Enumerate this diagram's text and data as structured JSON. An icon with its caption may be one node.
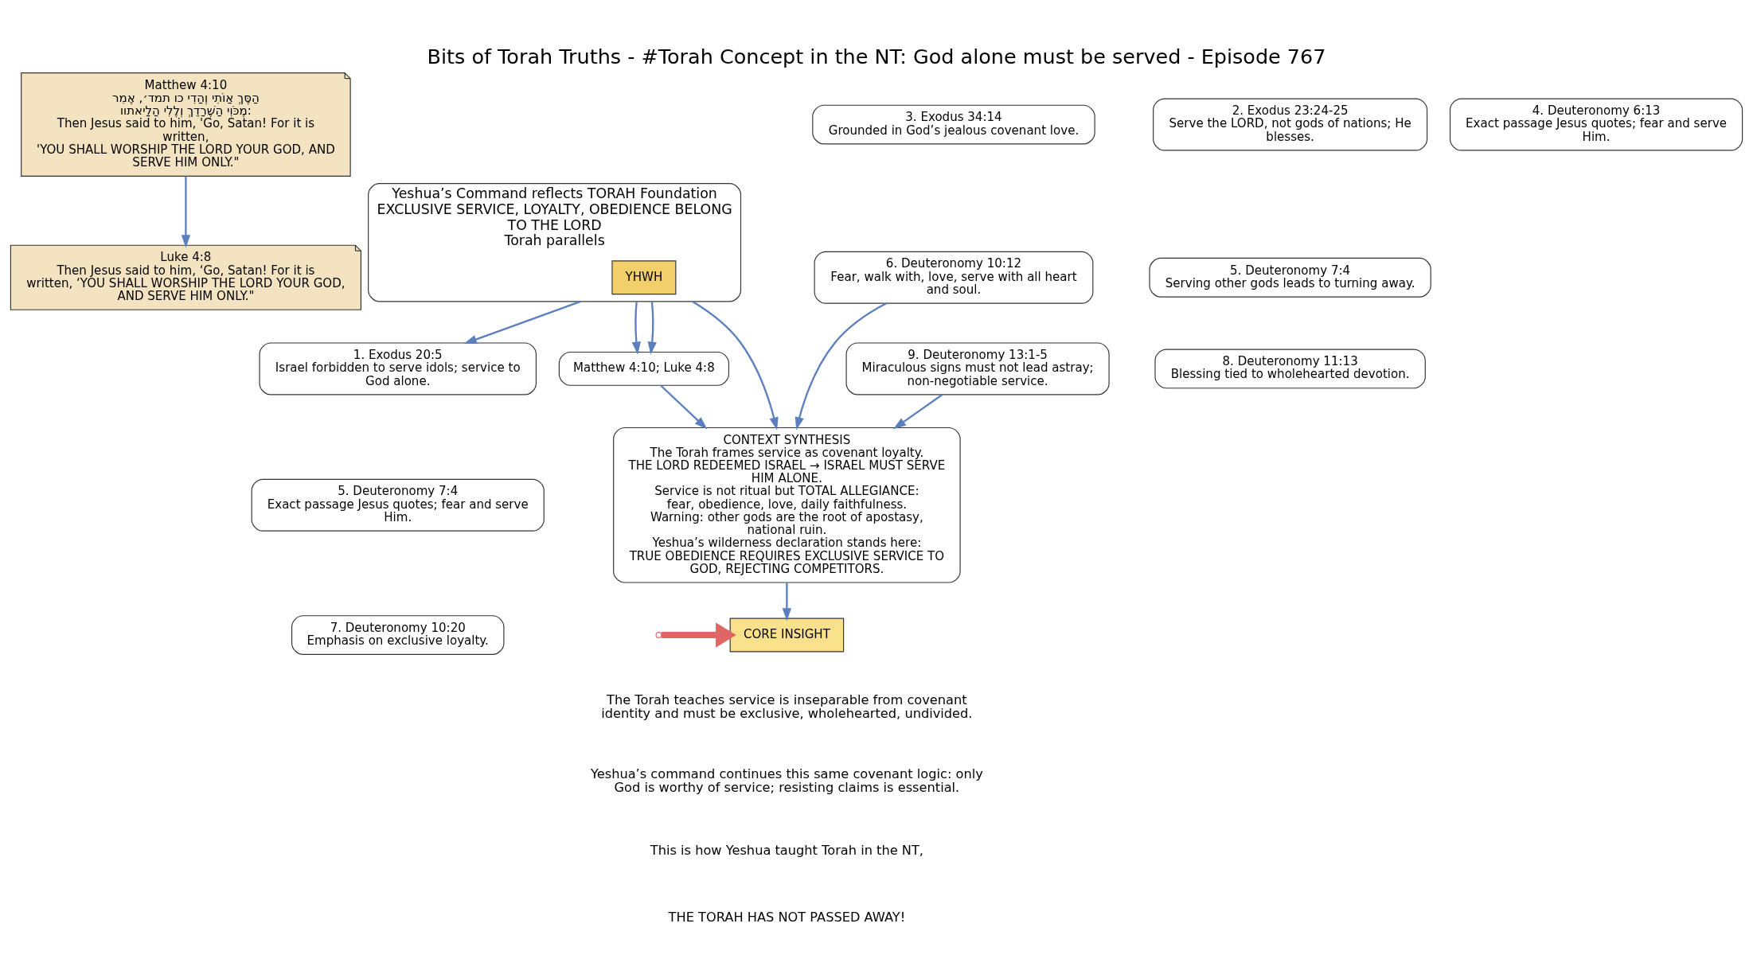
{
  "diagram": {
    "title": "Bits of Torah Truths - #Torah Concept in the NT: God alone must be served - Episode 767",
    "nodes": [
      {
        "text": [
          "Matthew 4:10",
          "הַסֶּךְ אַוֹתִי וְהַדִי כו תמד׳, אֶמִר מֶכֹּוִי הַשֶׁרַדֵךְ וְלֶלִי הַלַיאתוו:",
          "Then Jesus said to him, 'Go, Satan! For it is written,",
          "'YOU SHALL WORSHIP THE LORD YOUR GOD, AND SERVE HIM ONLY.\""
        ]
      },
      {
        "text": [
          "Luke 4:8",
          "Then Jesus said to him, ‘Go, Satan! For it is written, ‘YOU SHALL WORSHIP THE LORD YOUR GOD, AND SERVE HIM ONLY.\""
        ]
      },
      {
        "text": [
          "Yeshua’s Command reflects TORAH Foundation",
          "EXCLUSIVE SERVICE, LOYALTY, OBEDIENCE BELONG TO THE LORD",
          "Torah parallels"
        ]
      },
      {
        "text": [
          "YHWH"
        ],
        "in": 2
      },
      {
        "text": [
          "Matthew 4:10; Luke 4:8"
        ]
      },
      {
        "text": [
          "1. Exodus 20:5",
          "Israel forbidden to serve idols; service to God alone."
        ]
      },
      {
        "text": [
          "2. Exodus 23:24-25",
          "Serve the LORD, not gods of nations; He blesses."
        ]
      },
      {
        "text": [
          "3. Exodus 34:14",
          "Grounded in God’s jealous covenant love."
        ]
      },
      {
        "text": [
          "4. Deuteronomy 6:13",
          "Exact passage Jesus quotes; fear and serve Him."
        ]
      },
      {
        "text": [
          "5. Deuteronomy 7:4",
          "Exact passage Jesus quotes; fear and serve Him."
        ]
      },
      {
        "text": [
          "5. Deuteronomy 7:4",
          "Serving other gods leads to turning away."
        ]
      },
      {
        "text": [
          "6. Deuteronomy 10:12",
          "Fear, walk with, love, serve with all heart and soul."
        ]
      },
      {
        "text": [
          "7. Deuteronomy 10:20",
          "Emphasis on exclusive loyalty."
        ]
      },
      {
        "text": [
          "8. Deuteronomy 11:13",
          "Blessing tied to wholehearted devotion."
        ]
      },
      {
        "text": [
          "9. Deuteronomy 13:1-5",
          "Miraculous signs must not lead astray; non-negotiable service."
        ]
      },
      {
        "text": [
          "CONTEXT SYNTHESIS",
          "The Torah frames service as covenant loyalty.",
          "THE LORD REDEEMED ISRAEL → ISRAEL MUST SERVE HIM ALONE.",
          "Service is not ritual but TOTAL ALLEGIANCE: fear, obedience, love, daily faithfulness.",
          "Warning: other gods are the root of apostasy, national ruin.",
          "Yeshua’s wilderness declaration stands here:",
          "TRUE OBEDIENCE REQUIRES EXCLUSIVE SERVICE TO GOD, REJECTING COMPETITORS."
        ]
      },
      {
        "text": [
          "CORE INSIGHT"
        ]
      }
    ],
    "edges": [
      {
        "from": 0,
        "to": 1,
        "arrow": "to"
      },
      {
        "from": 2,
        "to": 4,
        "arrow": "to"
      },
      {
        "from": 2,
        "to": 4,
        "arrow": "to"
      },
      {
        "from": 4,
        "to": 15,
        "arrow": "to"
      },
      {
        "from": 2,
        "to": 5,
        "arrow": "to"
      },
      {
        "from": 2,
        "to": 15,
        "arrow": "to"
      },
      {
        "from": 11,
        "to": 15,
        "arrow": "to"
      },
      {
        "from": 14,
        "to": 15,
        "arrow": "to"
      },
      {
        "from": 15,
        "to": 16,
        "arrow": "to"
      },
      {
        "from": null,
        "to": 16,
        "arrow": "to",
        "color": "#e06666",
        "style": "thick"
      }
    ],
    "labels": [
      "The Torah teaches service is inseparable from covenant identity and must be exclusive, wholehearted, undivided.",
      "Yeshua’s command continues this same covenant logic: only God is worthy of service; resisting claims is essential.",
      "This is how Yeshua taught Torah in the NT,",
      "THE TORAH HAS NOT PASSED AWAY!"
    ]
  }
}
